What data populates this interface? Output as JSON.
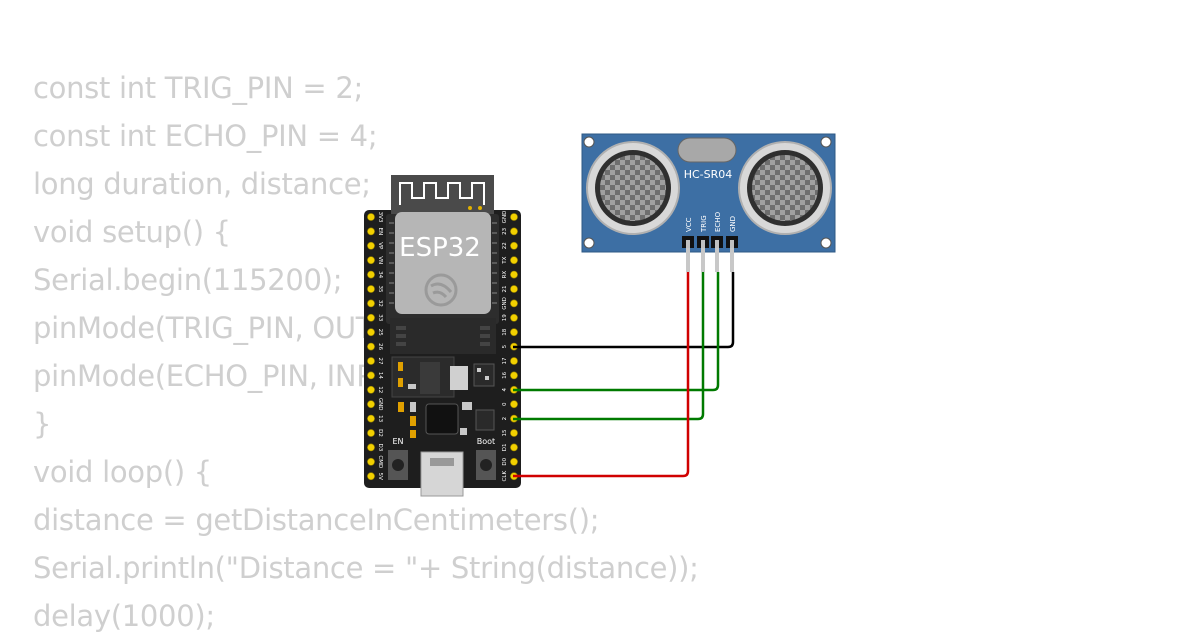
{
  "code": {
    "lines": [
      "const int TRIG_PIN = 2;",
      "const int ECHO_PIN = 4;",
      "long duration, distance;",
      "void setup() {",
      "Serial.begin(115200);",
      "pinMode(TRIG_PIN, OUTPUT);",
      "pinMode(ECHO_PIN, INPUT);",
      "}",
      "void loop() {",
      "distance = getDistanceInCentimeters();",
      "Serial.println(\"Distance = \"+ String(distance));",
      "delay(1000);"
    ]
  },
  "esp32": {
    "module_label": "ESP32",
    "button_en": "EN",
    "button_boot": "Boot",
    "left_pins": [
      "3V3",
      "EN",
      "VP",
      "VN",
      "34",
      "35",
      "32",
      "33",
      "25",
      "26",
      "27",
      "14",
      "12",
      "GND",
      "13",
      "D2",
      "D3",
      "CMD",
      "5V"
    ],
    "right_pins": [
      "GND",
      "23",
      "22",
      "TX",
      "RX",
      "21",
      "GND",
      "19",
      "18",
      "5",
      "17",
      "16",
      "4",
      "0",
      "2",
      "15",
      "D1",
      "D0",
      "CLK"
    ]
  },
  "sensor": {
    "label": "HC-SR04",
    "pins": [
      "VCC",
      "TRIG",
      "ECHO",
      "GND"
    ],
    "board_color": "#3d6fa4"
  },
  "wires": {
    "vcc_color": "#d00000",
    "trig_color": "#007a00",
    "echo_color": "#007a00",
    "gnd_color": "#000000"
  }
}
